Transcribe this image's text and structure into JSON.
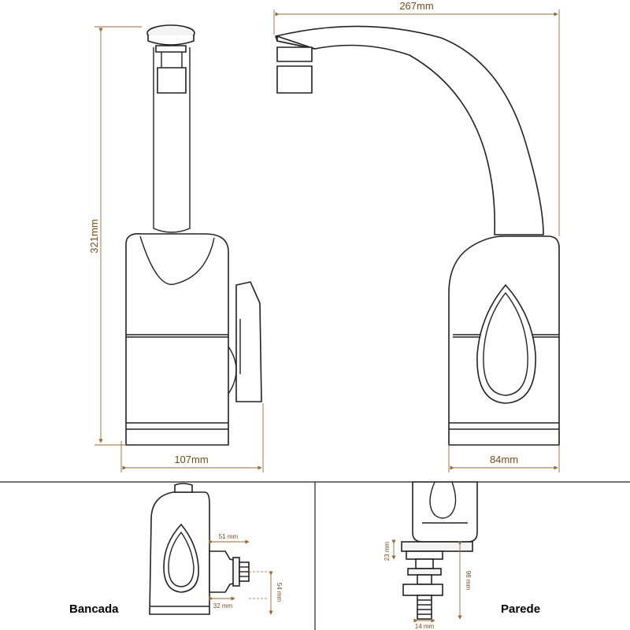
{
  "dimensions": {
    "width_top": "267mm",
    "height_left": "321mm",
    "base_front": "107mm",
    "base_side": "84mm"
  },
  "bancada": {
    "label": "Bancada",
    "dim_51": "51 mm",
    "dim_32": "32 mm",
    "dim_54": "54 mm"
  },
  "parede": {
    "label": "Parede",
    "dim_23": "23 mm",
    "dim_98": "98 mm",
    "dim_14": "14 mm"
  },
  "colors": {
    "dimension": "#9a6a3a",
    "outline": "#222222"
  }
}
